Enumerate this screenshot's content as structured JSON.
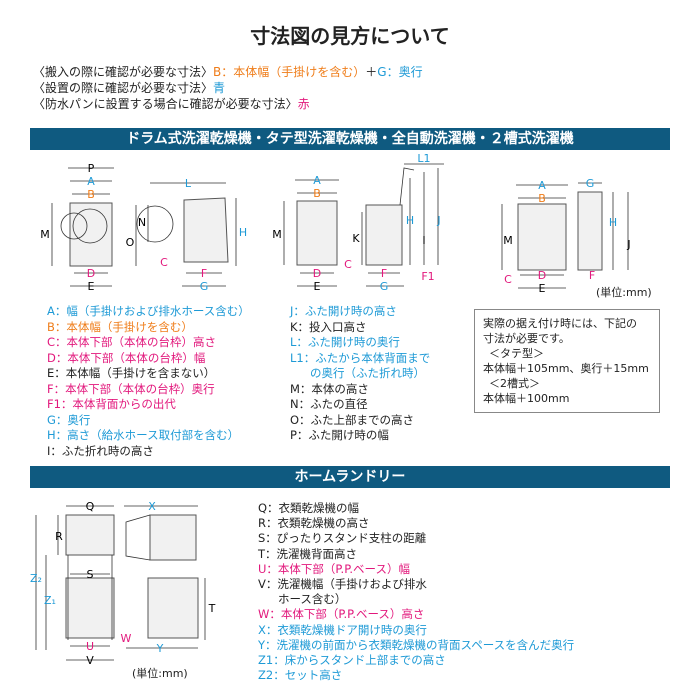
{
  "title": "寸法図の見方について",
  "intro": {
    "line1_prefix": "〈搬入の際に確認が必要な寸法〉",
    "line1_b": "B：本体幅（手掛けを含む）",
    "line1_plus": "＋",
    "line1_g": "G：奥行",
    "line2_prefix": "〈設置の際に確認が必要な寸法〉",
    "line2_color": "青",
    "line3_prefix": "〈防水パンに設置する場合に確認が必要な寸法〉",
    "line3_color": "赤"
  },
  "section1": {
    "header": "ドラム式洗濯乾燥機・タテ型洗濯乾燥機・全自動洗濯機・２槽式洗濯機",
    "unit": "(単位:mm)",
    "legend_left": [
      "A：幅（手掛けおよび排水ホース含む）",
      "B：本体幅（手掛けを含む）",
      "C：本体下部（本体の台枠）高さ",
      "D：本体下部（本体の台枠）幅",
      "E：本体幅（手掛けを含まない）",
      "F：本体下部（本体の台枠）奥行",
      "F1：本体背面からの出代",
      "G：奥行",
      "H：高さ（給水ホース取付部を含む）",
      "I：ふた折れ時の高さ"
    ],
    "legend_right": [
      "J：ふた開け時の高さ",
      "K：投入口高さ",
      "L：ふた開け時の奥行",
      "L1：ふたから本体背面まで",
      "の奥行（ふた折れ時）",
      "M：本体の高さ",
      "N：ふたの直径",
      "O：ふた上部までの高さ",
      "P：ふた開け時の幅"
    ],
    "note": [
      "実際の据え付け時には、下記の",
      "寸法が必要です。",
      "＜タテ型＞",
      "本体幅＋105mm、奥行＋15mm",
      "＜2槽式＞",
      "本体幅＋100mm"
    ],
    "diagram_labels": {
      "P": "P",
      "A": "A",
      "B": "B",
      "M": "M",
      "D": "D",
      "E": "E",
      "L": "L",
      "N": "N",
      "O": "O",
      "C": "C",
      "F": "F",
      "G": "G",
      "H": "H",
      "K": "K",
      "I": "I",
      "J": "J",
      "L1": "L1",
      "F1": "F1"
    }
  },
  "section2": {
    "header": "ホームランドリー",
    "unit": "(単位:mm)",
    "legend": [
      "Q：衣類乾燥機の幅",
      "R：衣類乾燥機の高さ",
      "S：ぴったりスタンド支柱の距離",
      "T：洗濯機背面高さ",
      "U：本体下部（P.P.ベース）幅",
      "V：洗濯機幅（手掛けおよび排水",
      "ホース含む）",
      "W：本体下部（P.P.ベース）高さ",
      "X：衣類乾燥機ドア開け時の奥行",
      "Y：洗濯機の前面から衣類乾燥機の背面スペースを含んだ奥行",
      "Z1：床からスタンド上部までの高さ",
      "Z2：セット高さ"
    ],
    "diagram_labels": {
      "Q": "Q",
      "X": "X",
      "R": "R",
      "S": "S",
      "Z2": "Z₂",
      "Z1": "Z₁",
      "T": "T",
      "U": "U",
      "V": "V",
      "W": "W",
      "Y": "Y"
    }
  },
  "colors": {
    "blue": "#1e9ad6",
    "orange": "#ef7d1a",
    "magenta": "#e2187c",
    "header": "#0f5a80"
  }
}
